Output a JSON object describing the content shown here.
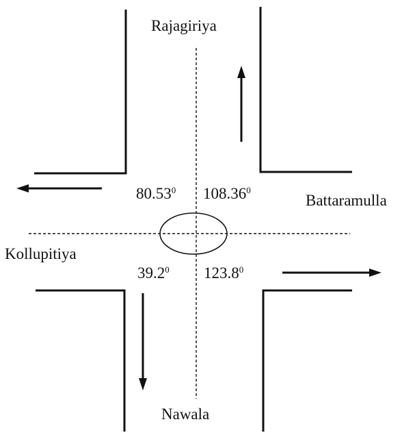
{
  "places": {
    "north": "Rajagiriya",
    "east": "Battaramulla",
    "west": "Kollupitiya",
    "south": "Nawala"
  },
  "angles": {
    "north_west": {
      "value": "80.53",
      "superscript": "0"
    },
    "north_east": {
      "value": "108.36",
      "superscript": "0"
    },
    "south_west": {
      "value": "39.2",
      "superscript": "0"
    },
    "south_east": {
      "value": "123.8",
      "superscript": "0"
    }
  },
  "colors": {
    "ink": "#111111",
    "background": "#ffffff"
  }
}
